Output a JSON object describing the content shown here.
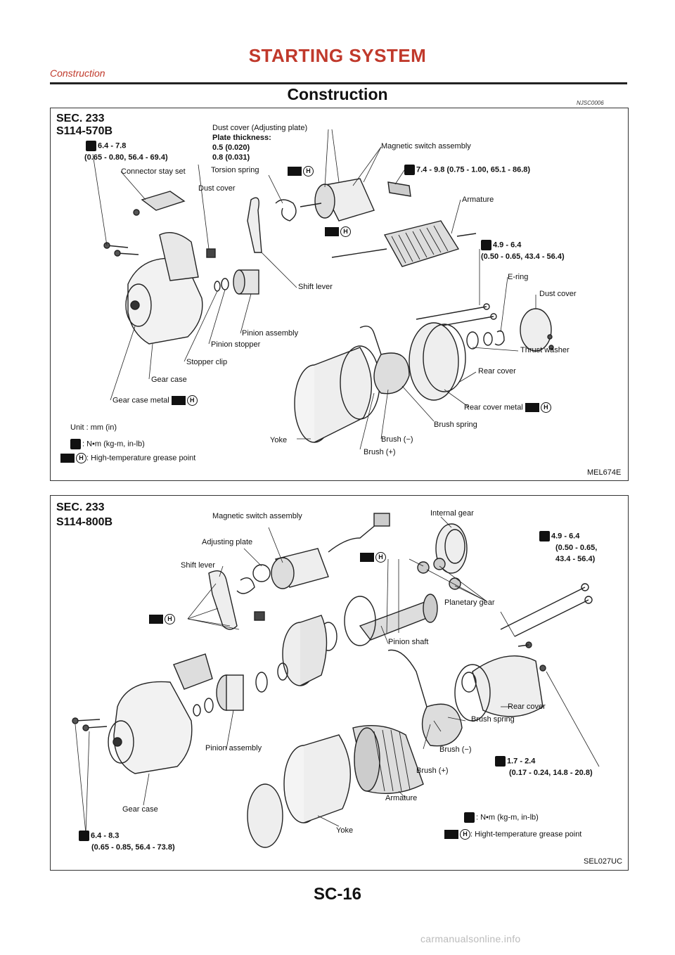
{
  "header": {
    "title": "STARTING SYSTEM",
    "subtitle": "Construction"
  },
  "section": {
    "title": "Construction",
    "code": "NJSC0006"
  },
  "diagram1": {
    "sec": "SEC. 233",
    "model": "S114-570B",
    "ref": "MEL674E",
    "labels": {
      "dust_cover_adj": "Dust cover (Adjusting plate)",
      "plate_thickness": "Plate thickness:",
      "pt1": "0.5 (0.020)",
      "pt2": "0.8 (0.031)",
      "torque1": "6.4 - 7.8",
      "torque1b": "(0.65 - 0.80, 56.4 - 69.4)",
      "connector": "Connector stay set",
      "torsion": "Torsion spring",
      "magnetic": "Magnetic switch assembly",
      "torque2": "7.4 - 9.8 (0.75 - 1.00, 65.1 - 86.8)",
      "dust_cover": "Dust cover",
      "armature": "Armature",
      "torque3": "4.9 - 6.4",
      "torque3b": "(0.50 - 0.65, 43.4 - 56.4)",
      "ering": "E-ring",
      "dust_cover2": "Dust cover",
      "shift_lever": "Shift lever",
      "pinion_assembly": "Pinion assembly",
      "pinion_stopper": "Pinion stopper",
      "stopper_clip": "Stopper clip",
      "thrust_washer": "Thrust washer",
      "gear_case": "Gear case",
      "rear_cover": "Rear cover",
      "gear_case_metal": "Gear case metal",
      "rear_cover_metal": "Rear cover metal",
      "brush_spring": "Brush spring",
      "brush_minus": "Brush (−)",
      "brush_plus": "Brush (+)",
      "yoke": "Yoke",
      "unit": "Unit : mm (in)",
      "legend_torque": ": N•m (kg-m, in-lb)",
      "legend_grease": ": High-temperature grease point"
    }
  },
  "diagram2": {
    "sec": "SEC. 233",
    "model": "S114-800B",
    "ref": "SEL027UC",
    "labels": {
      "magnetic": "Magnetic switch assembly",
      "internal_gear": "Internal gear",
      "torque1": "4.9 - 6.4",
      "torque1b": "(0.50 - 0.65,",
      "torque1c": "43.4 - 56.4)",
      "adjusting_plate": "Adjusting plate",
      "shift_lever": "Shift lever",
      "planetary_gear": "Planetary gear",
      "pinion_shaft": "Pinion shaft",
      "rear_cover": "Rear cover",
      "brush_spring": "Brush spring",
      "pinion_assembly": "Pinion assembly",
      "brush_minus": "Brush (−)",
      "brush_plus": "Brush (+)",
      "torque2": "1.7 - 2.4",
      "torque2b": "(0.17 - 0.24, 14.8 - 20.8)",
      "armature": "Armature",
      "gear_case": "Gear case",
      "yoke": "Yoke",
      "legend_torque": ": N•m (kg-m, in-lb)",
      "torque3": "6.4 - 8.3",
      "torque3b": "(0.65 - 0.85, 56.4 - 73.8)",
      "legend_grease": ": Hight-temperature grease point"
    }
  },
  "footer": {
    "page": "SC-16",
    "watermark": "carmanualsonline.info"
  }
}
